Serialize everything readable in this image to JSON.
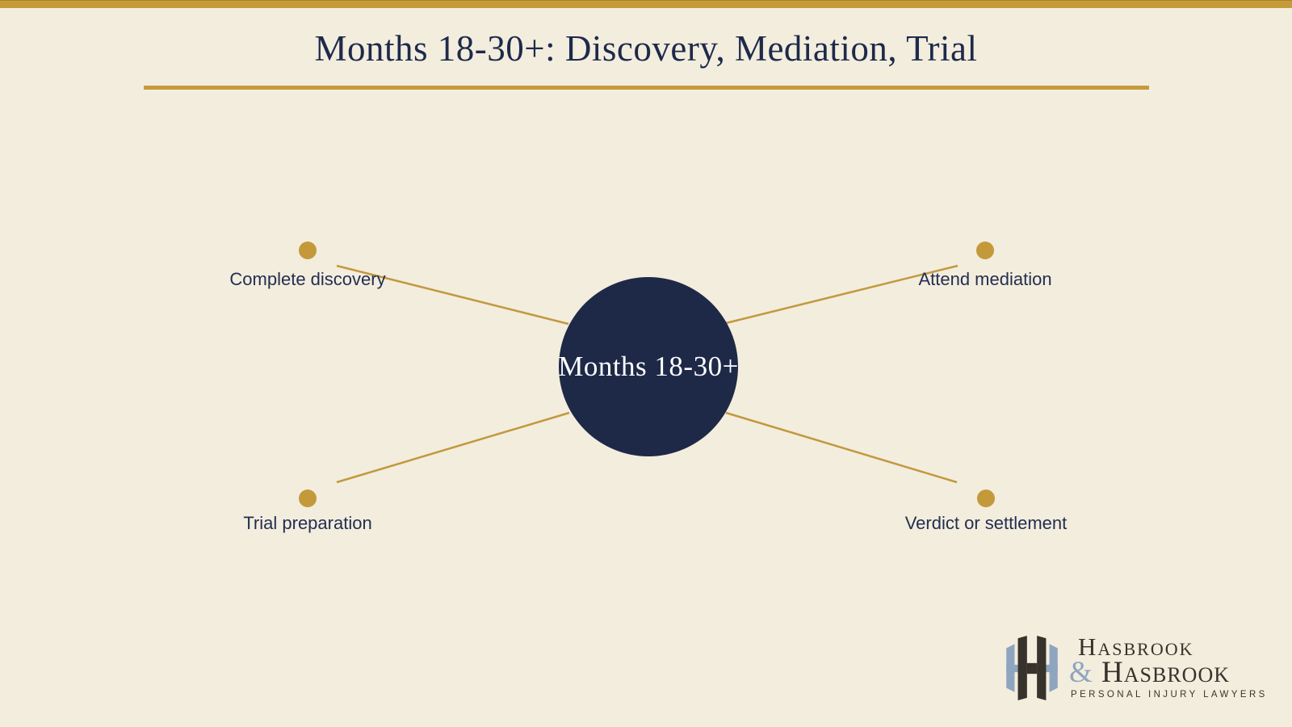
{
  "slide": {
    "title": "Months 18-30+: Discovery, Mediation, Trial",
    "center_label": "Months 18-30+",
    "diagram_type": "radial-spoke",
    "spokes": [
      {
        "label": "Complete discovery",
        "position": "top-left"
      },
      {
        "label": "Attend mediation",
        "position": "top-right"
      },
      {
        "label": "Trial preparation",
        "position": "bottom-left"
      },
      {
        "label": "Verdict or settlement",
        "position": "bottom-right"
      }
    ],
    "colors": {
      "bg": "#f3edde",
      "gold_bar": "#c79b3b",
      "gold_line": "#c2993f",
      "gold_dot": "#c49939",
      "navy_circle": "#1e2947",
      "navy_title": "#1d2a4a",
      "navy_label": "#232f50",
      "logo_charcoal": "#37322b",
      "logo_blue": "#8fa5bf",
      "circle_text": "#ffffff"
    },
    "logo": {
      "line1": "Hasbrook",
      "amp": "&",
      "line2": "Hasbrook",
      "tagline": "Personal Injury Lawyers",
      "monogram": "hh-monogram"
    }
  }
}
